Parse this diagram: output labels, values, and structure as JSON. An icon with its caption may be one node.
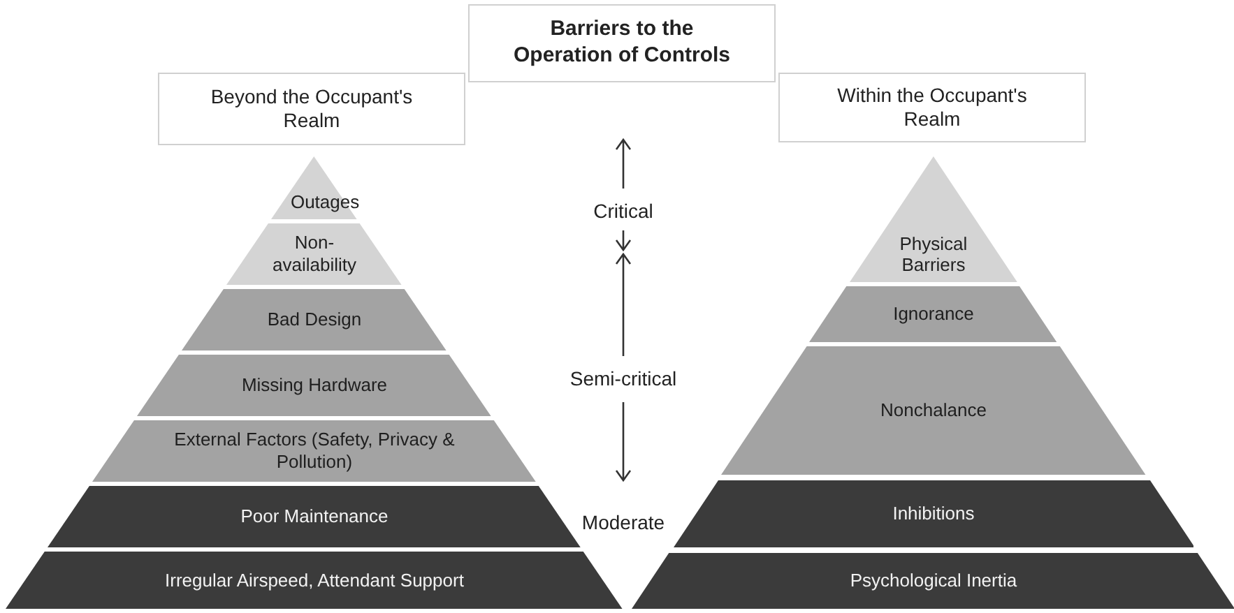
{
  "diagram": {
    "nodes": [
      {
        "text": [
          "Barriers to the Operation of Controls"
        ]
      },
      {
        "text": [
          "Beyond the Occupant's Realm"
        ]
      },
      {
        "text": [
          "Outages"
        ]
      },
      {
        "text": [
          "Non-availability"
        ]
      },
      {
        "text": [
          "Bad Design"
        ]
      },
      {
        "text": [
          "Missing Hardware"
        ]
      },
      {
        "text": [
          "External Factors (Safety, Privacy & Pollution)"
        ]
      },
      {
        "text": [
          "Poor Maintenance"
        ]
      },
      {
        "text": [
          "Irregular Airspeed, Attendant Support"
        ]
      },
      {
        "text": [
          "Within the Occupant's Realm"
        ]
      },
      {
        "text": [
          "Physical Barriers"
        ]
      },
      {
        "text": [
          "Ignorance"
        ]
      },
      {
        "text": [
          "Nonchalance"
        ]
      },
      {
        "text": [
          "Inhibitions"
        ]
      },
      {
        "text": [
          "Psychological Inertia"
        ]
      }
    ],
    "edges": [],
    "labels": [
      "Critical",
      "Semi-critical",
      "Moderate"
    ]
  }
}
